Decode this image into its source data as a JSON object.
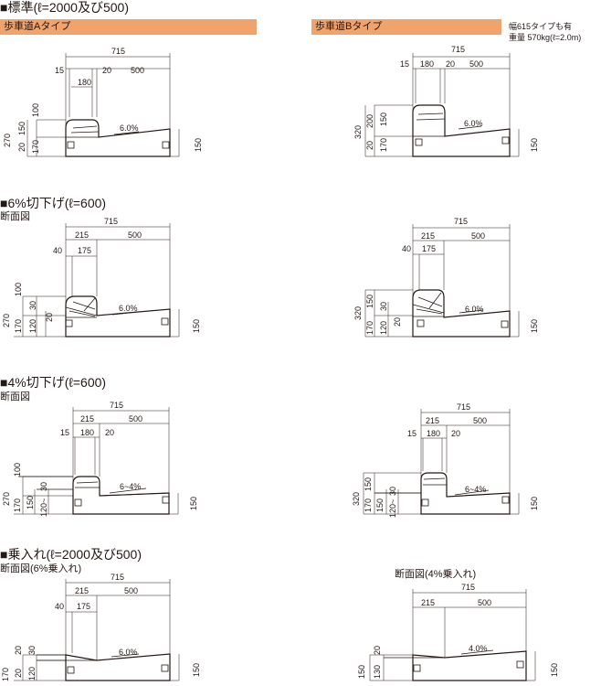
{
  "sections": {
    "standard": {
      "title": "■標準(ℓ=2000及び500)"
    },
    "cut6": {
      "title": "■6%切下げ(ℓ=600)",
      "subtitle": "断面図"
    },
    "cut4": {
      "title": "■4%切下げ(ℓ=600)",
      "subtitle": "断面図"
    },
    "entry": {
      "title": "■乗入れ(ℓ=2000及び500)",
      "subtitle_left": "断面図(6%乗入れ)",
      "subtitle_right": "断面図(4%乗入れ)"
    }
  },
  "type_a": {
    "label": "歩車道Aタイプ"
  },
  "type_b": {
    "label": "歩車道Bタイプ",
    "note_line1": "幅615タイプも有",
    "note_line2": "重量 570kg(ℓ=2.0m)"
  },
  "colors": {
    "type_bar": "#f0a46c",
    "line": "#231815"
  },
  "dims": {
    "a_std": {
      "total": "715",
      "d15": "15",
      "d20": "20",
      "d500": "500",
      "d180": "180",
      "h270": "270",
      "h100": "100",
      "h150": "150",
      "h20": "20",
      "h170": "170",
      "r150": "150",
      "slope": "6.0%"
    },
    "b_std": {
      "total": "715",
      "d15": "15",
      "d180": "180",
      "d20": "20",
      "d500": "500",
      "h320": "320",
      "h200": "200",
      "h150": "150",
      "h20": "20",
      "h170": "170",
      "r150": "150",
      "slope": "6.0%"
    },
    "a_c6": {
      "total": "715",
      "d215": "215",
      "d500": "500",
      "d40": "40",
      "d175": "175",
      "h270": "270",
      "h100": "100",
      "h30": "30",
      "h170": "170",
      "h120": "120",
      "h20": "20",
      "r150": "150",
      "slope": "6.0%"
    },
    "b_c6": {
      "total": "715",
      "d215": "215",
      "d500": "500",
      "d40": "40",
      "d175": "175",
      "h320": "320",
      "h150": "150",
      "h30": "30",
      "h170": "170",
      "h120": "120",
      "h20": "20",
      "r150": "150",
      "slope": "6.0%"
    },
    "a_c4": {
      "total": "715",
      "d215": "215",
      "d500": "500",
      "d15": "15",
      "d180": "180",
      "d20": "20",
      "h270": "270",
      "h100": "100",
      "h30": "30",
      "h150": "150",
      "h170": "170",
      "h120": "120~",
      "r150": "150",
      "slope": "6~4%"
    },
    "b_c4": {
      "total": "715",
      "d215": "215",
      "d500": "500",
      "d15": "15",
      "d180": "180",
      "d20": "20",
      "h320": "320",
      "h150": "150",
      "h30": "30",
      "h170": "170",
      "h120": "120~",
      "r150": "150",
      "slope": "6~4%"
    },
    "a_en": {
      "total": "715",
      "d215": "215",
      "d500": "500",
      "d40": "40",
      "d175": "175",
      "h170": "170",
      "h30": "30",
      "h20": "20",
      "h120": "120",
      "r150": "150",
      "slope": "6.0%"
    },
    "b_en": {
      "total": "715",
      "d215": "215",
      "d500": "500",
      "h150": "150",
      "h20": "20",
      "h130": "130",
      "r150": "150",
      "slope": "4.0%"
    }
  }
}
